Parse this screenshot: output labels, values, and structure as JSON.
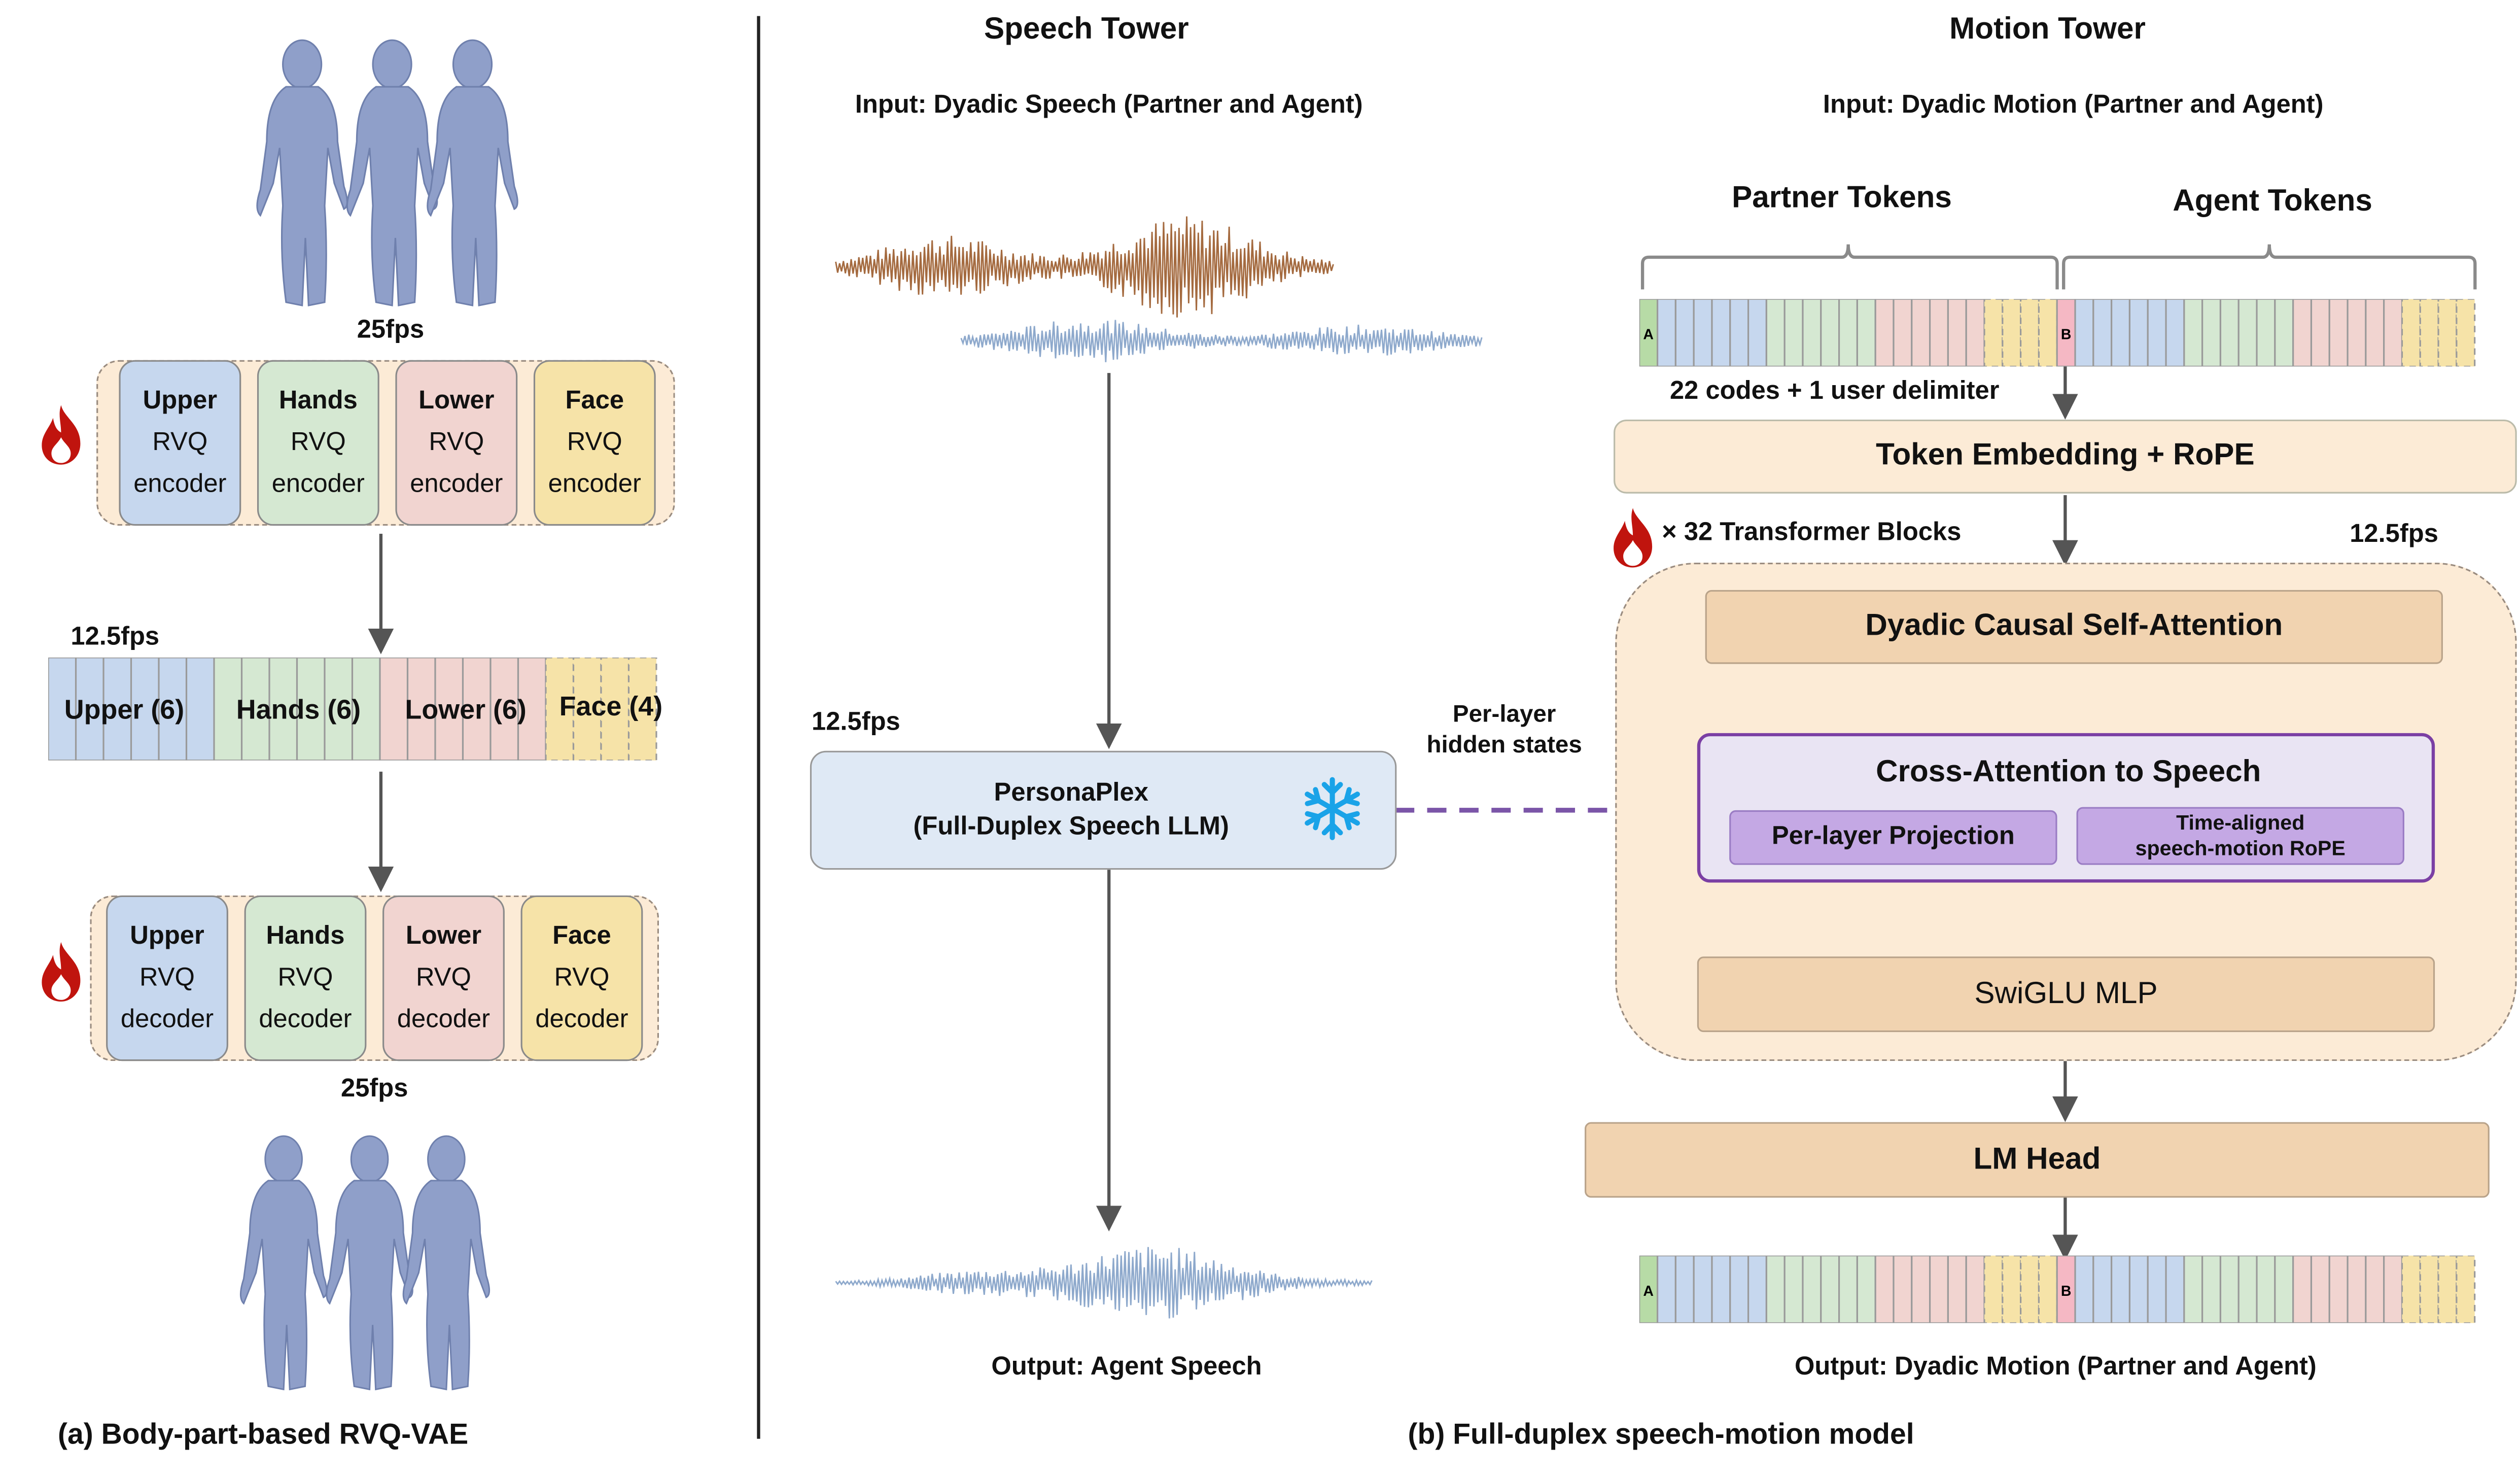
{
  "panel_a": {
    "caption": "(a) Body-part-based RVQ-VAE",
    "fps_input": "25fps",
    "fps_tokens": "12.5fps",
    "fps_output": "25fps",
    "encoders": [
      {
        "name": "Upper",
        "line2": "RVQ",
        "line3": "encoder"
      },
      {
        "name": "Hands",
        "line2": "RVQ",
        "line3": "encoder"
      },
      {
        "name": "Lower",
        "line2": "RVQ",
        "line3": "encoder"
      },
      {
        "name": "Face",
        "line2": "RVQ",
        "line3": "encoder"
      }
    ],
    "token_groups": [
      "Upper (6)",
      "Hands (6)",
      "Lower (6)",
      "Face (4)"
    ],
    "decoders": [
      {
        "name": "Upper",
        "line2": "RVQ",
        "line3": "decoder"
      },
      {
        "name": "Hands",
        "line2": "RVQ",
        "line3": "decoder"
      },
      {
        "name": "Lower",
        "line2": "RVQ",
        "line3": "decoder"
      },
      {
        "name": "Face",
        "line2": "RVQ",
        "line3": "decoder"
      }
    ]
  },
  "speech_tower": {
    "title": "Speech Tower",
    "input_label": "Input: Dyadic Speech (Partner and Agent)",
    "fps": "12.5fps",
    "llm_line1": "PersonaPlex",
    "llm_line2": "(Full-Duplex Speech LLM)",
    "hidden_states_line1": "Per-layer",
    "hidden_states_line2": "hidden states",
    "output_label": "Output: Agent Speech"
  },
  "motion_tower": {
    "title": "Motion Tower",
    "input_label": "Input: Dyadic Motion (Partner and Agent)",
    "partner_tokens": "Partner Tokens",
    "agent_tokens": "Agent Tokens",
    "delimiter_a": "A",
    "delimiter_b": "B",
    "codes_note": "22 codes + 1 user delimiter",
    "embedding": "Token Embedding + RoPE",
    "blocks_label": "× 32 Transformer Blocks",
    "fps": "12.5fps",
    "self_attention": "Dyadic Causal Self-Attention",
    "cross_attention": "Cross-Attention to Speech",
    "projection": "Per-layer Projection",
    "rope_line1": "Time-aligned",
    "rope_line2": "speech-motion RoPE",
    "mlp": "SwiGLU MLP",
    "lm_head": "LM Head",
    "output_label": "Output: Dyadic Motion (Partner and Agent)"
  },
  "panel_b_caption": "(b) Full-duplex speech-motion model",
  "colors": {
    "upper": "#c6d7ee",
    "hands": "#d5e8d2",
    "lower": "#f1d4d0",
    "face": "#f6e3a8",
    "delim_a": "#b7dba6",
    "delim_b": "#f5b8c4",
    "block_fill": "#f1d3b0",
    "container_fill": "#fcebd6",
    "cross_fill": "#e9e4f3",
    "cross_border": "#7b3fa4",
    "sub_fill": "#c4a8e4",
    "llm_fill": "#dfe9f5",
    "partner_wave": "#a46a3f",
    "agent_wave": "#8ea9cc",
    "flame": "#c0140e",
    "snow": "#1aa3e8",
    "arrow": "#555555"
  }
}
